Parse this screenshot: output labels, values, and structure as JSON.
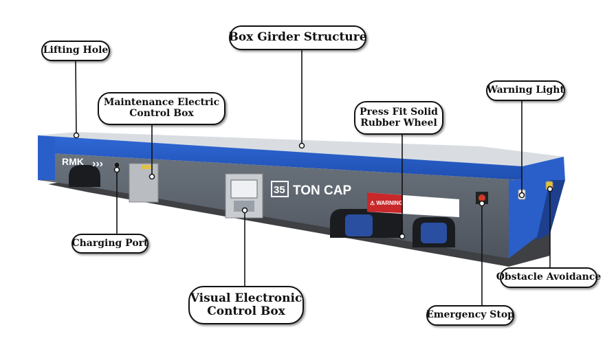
{
  "callouts": {
    "lifting_hole": "Lifting Hole",
    "box_girder_structure": "Box Girder Structure",
    "maintenance_box_line1": "Maintenance Electric",
    "maintenance_box_line2": "Control Box",
    "press_fit_line1": "Press Fit Solid",
    "press_fit_line2": "Rubber Wheel",
    "warning_light": "Warning Light",
    "charging_port": "Charging Port",
    "visual_box_line1": "Visual Electronic",
    "visual_box_line2": "Control Box",
    "emergency_stop": "Emergency Stop",
    "obstacle_avoidance": "Obstacle Avoidance"
  },
  "vehicle": {
    "brand_text": "RMK",
    "chevrons": "›››",
    "capacity_number": "35",
    "capacity_text": "TON CAP",
    "warning_text": "⚠ WARNING"
  },
  "colors": {
    "deck_blue": "#2a5fc9",
    "body_gray": "#5b6470",
    "deck_top": "#d9dde2",
    "shadow": "#1c1e22"
  }
}
